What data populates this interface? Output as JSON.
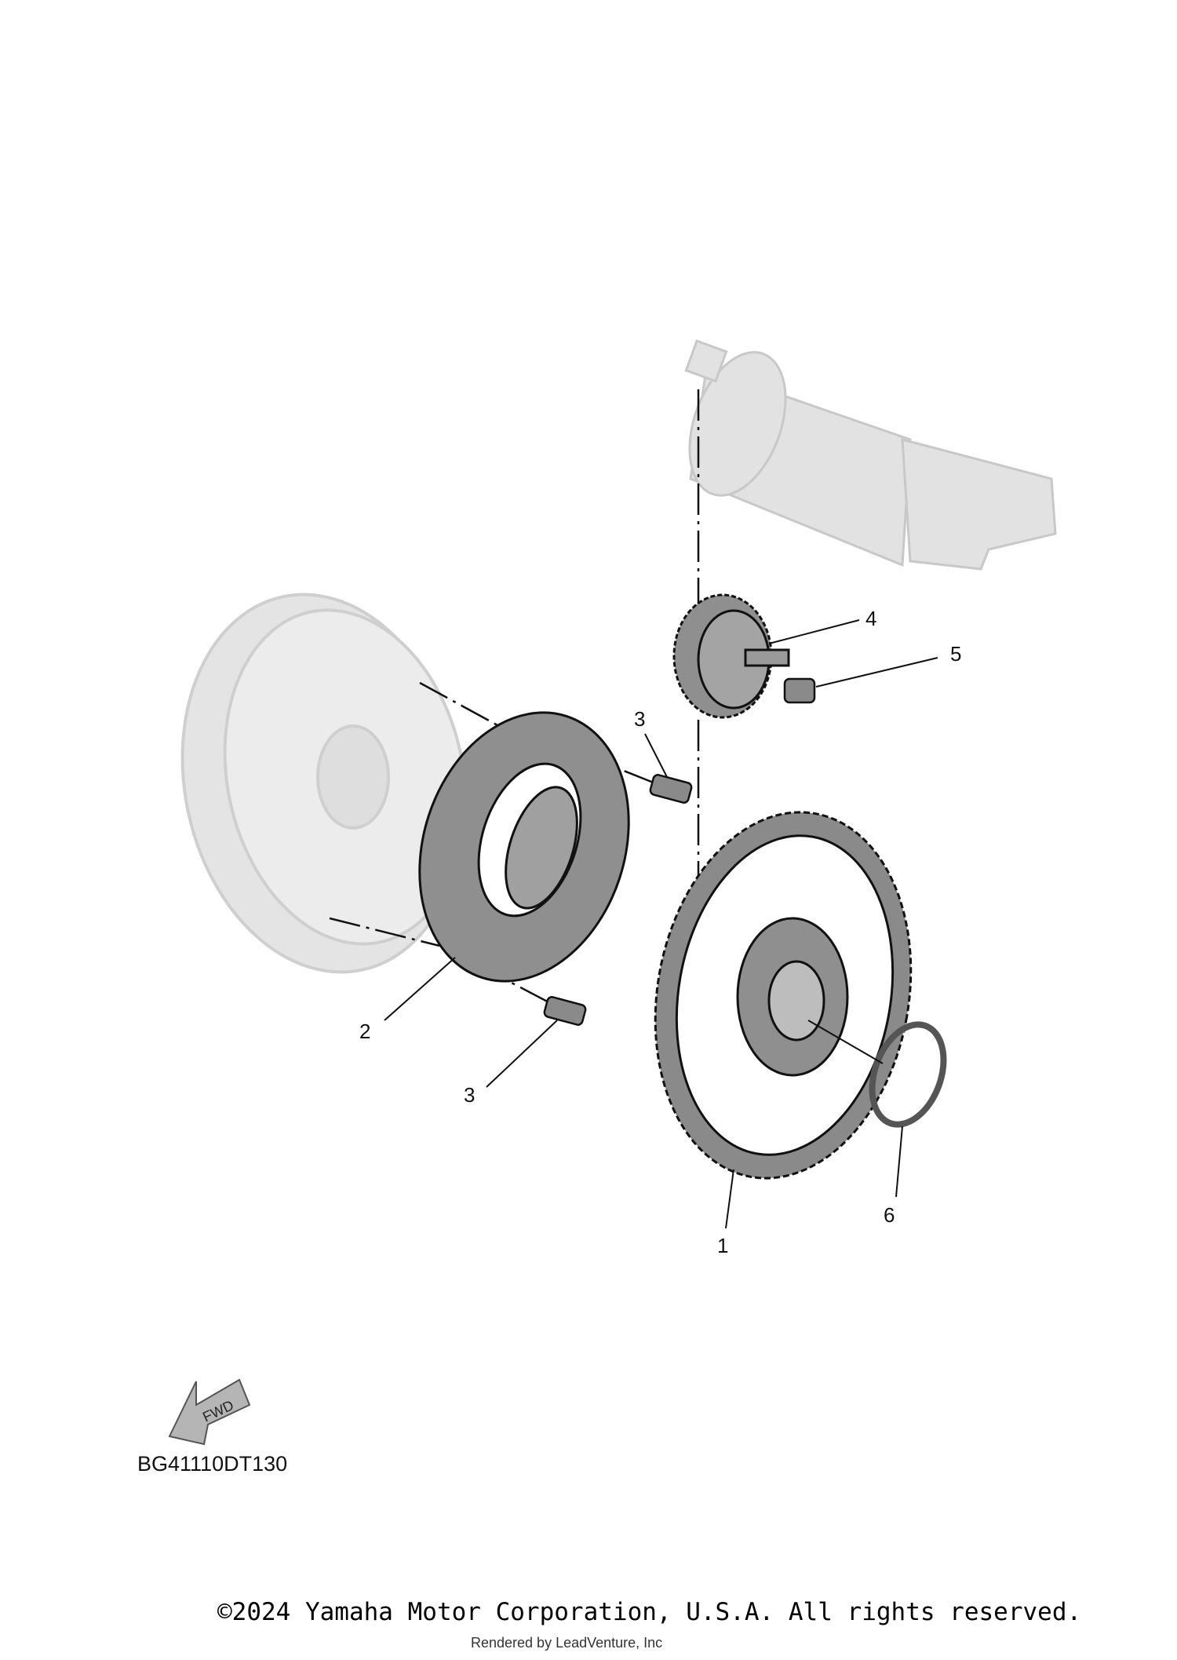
{
  "diagram": {
    "callouts": [
      "1",
      "2",
      "3",
      "3",
      "4",
      "5",
      "6"
    ],
    "fwd_label": "FWD",
    "diagram_code": "BG41110DT130",
    "colors": {
      "ghost_part": "#dcdcdc",
      "highlight_part": "#8a8a8a",
      "line": "#111111"
    }
  },
  "footer": {
    "copyright": "©2024 Yamaha Motor Corporation, U.S.A. All rights reserved.",
    "rendered_by": "Rendered by LeadVenture, Inc"
  }
}
